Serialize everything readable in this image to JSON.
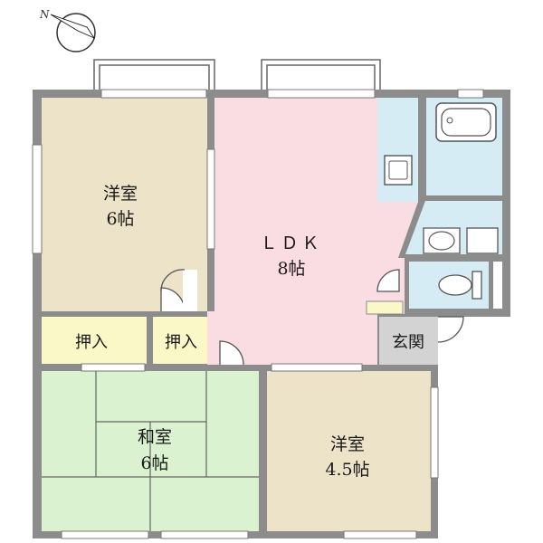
{
  "compass": {
    "label": "N",
    "icon": "north-arrow-icon"
  },
  "rooms": {
    "western_6": {
      "name": "洋室",
      "size": "6帖"
    },
    "ldk": {
      "name": "ＬＤＫ",
      "size": "8帖"
    },
    "closet_left": {
      "name": "押入"
    },
    "closet_right": {
      "name": "押入"
    },
    "entrance": {
      "name": "玄関"
    },
    "japanese": {
      "name": "和室",
      "size": "6帖"
    },
    "western_45": {
      "name": "洋室",
      "size": "4.5帖"
    }
  },
  "colors": {
    "wall": "#8c8c8c",
    "western": "#ede3c8",
    "ldk": "#f9dde3",
    "closet": "#fbf8c8",
    "japanese": "#daf2cf",
    "wet": "#d6ecf4",
    "entrance": "#d3d3d3",
    "outline": "#555555"
  }
}
